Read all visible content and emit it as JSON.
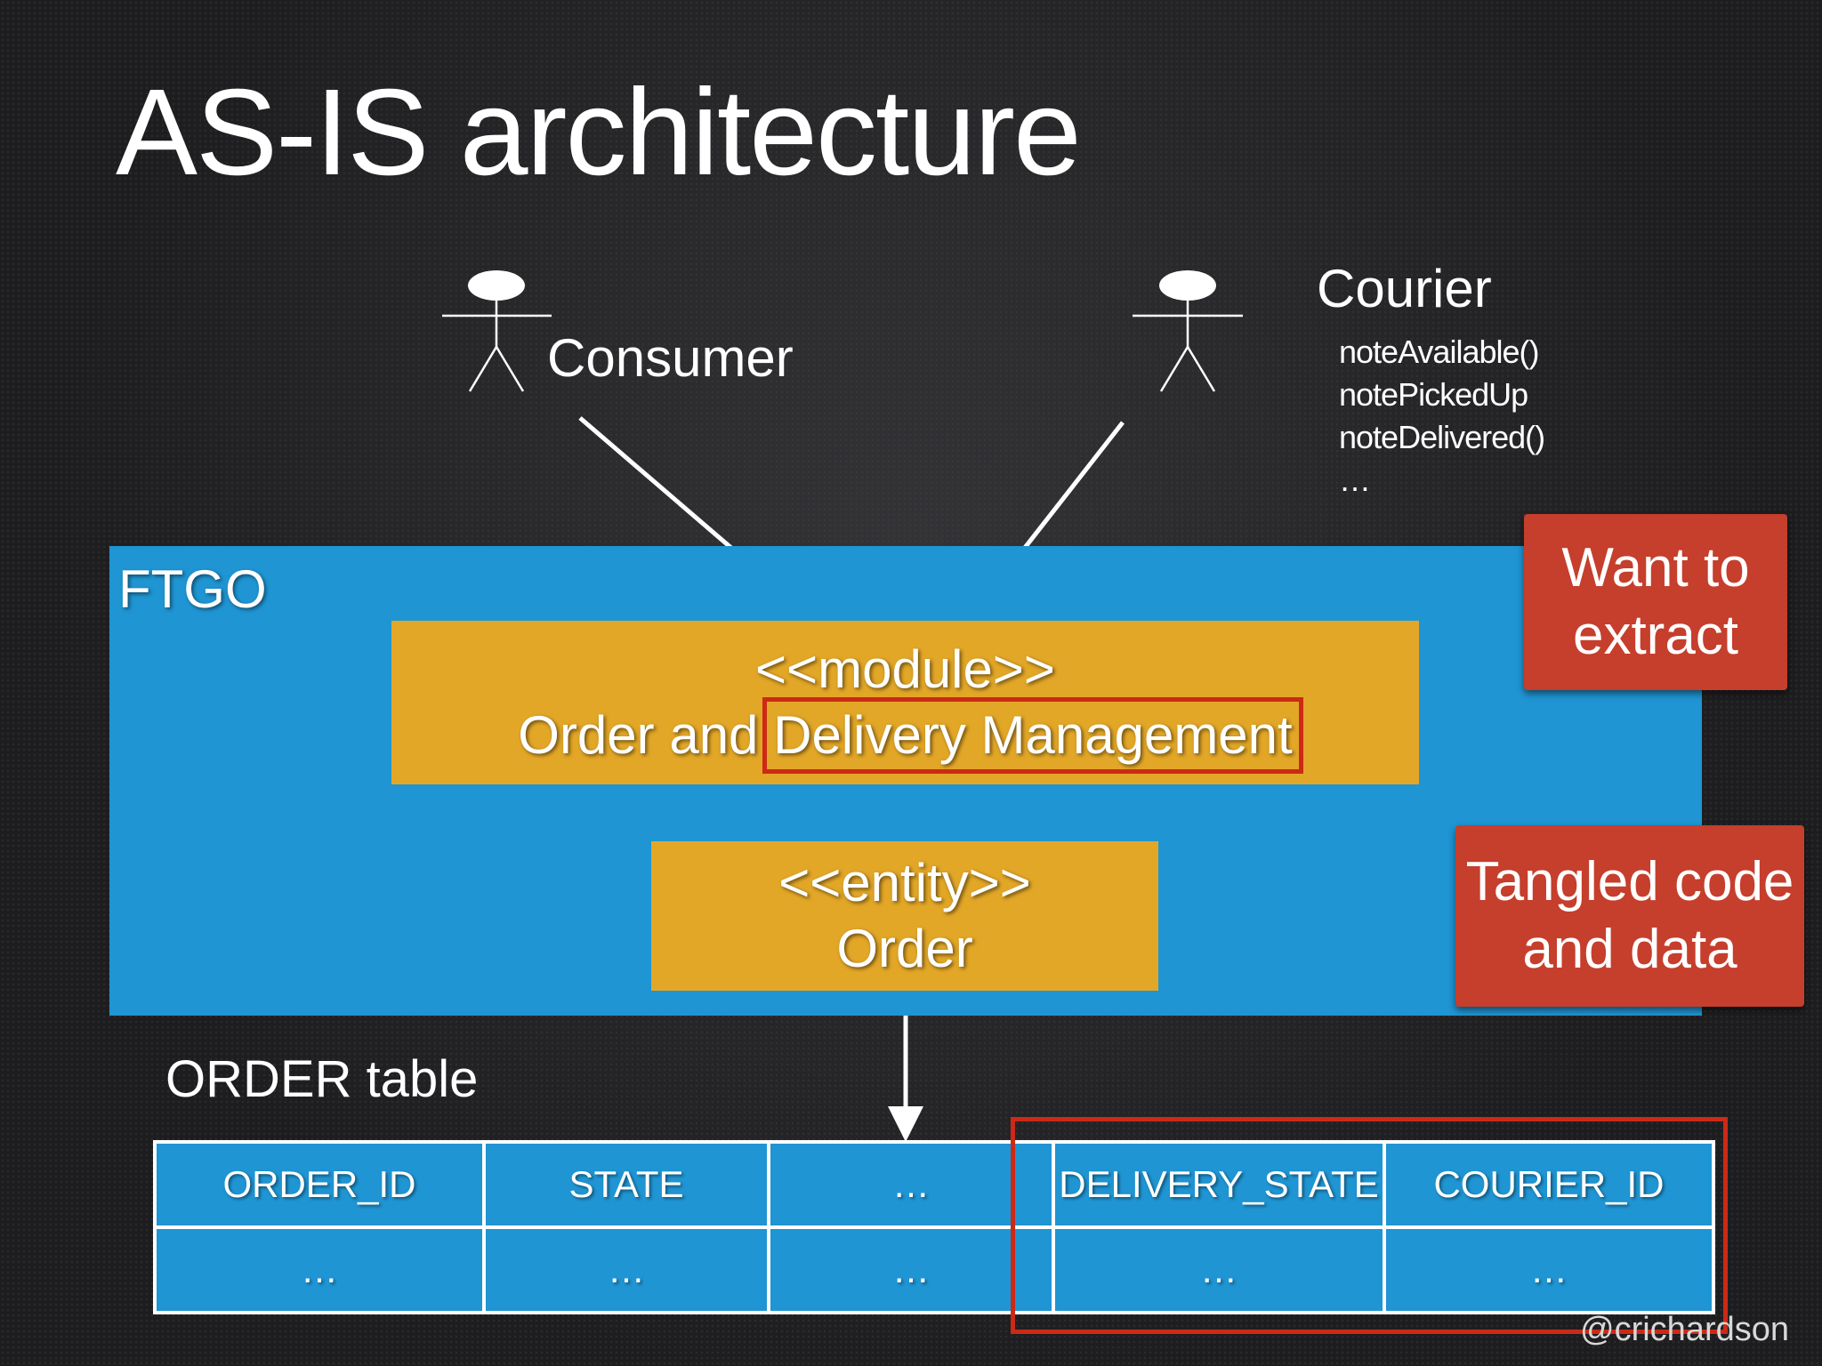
{
  "title": "AS-IS architecture",
  "actors": {
    "consumer": {
      "label": "Consumer"
    },
    "courier": {
      "label": "Courier",
      "methods": [
        "noteAvailable()",
        "notePickedUp",
        "noteDelivered()",
        "…"
      ]
    }
  },
  "ftgo": {
    "label": "FTGO"
  },
  "module_box": {
    "stereotype": "<<module>>",
    "name_prefix": "Order and",
    "name_highlight": "Delivery Management"
  },
  "entity_box": {
    "stereotype": "<<entity>>",
    "name": "Order"
  },
  "callouts": {
    "want_to_extract": "Want to extract",
    "tangled": "Tangled code and data"
  },
  "order_table": {
    "label": "ORDER table",
    "headers": [
      "ORDER_ID",
      "STATE",
      "…",
      "DELIVERY_STATE",
      "COURIER_ID"
    ],
    "row": [
      "…",
      "…",
      "…",
      "…",
      "…"
    ]
  },
  "credit": "@crichardson",
  "colors": {
    "ftgo_blue": "#1f95d3",
    "module_orange": "#e3a727",
    "callout_red": "#c63e2c",
    "highlight_red": "#cc2a16"
  }
}
